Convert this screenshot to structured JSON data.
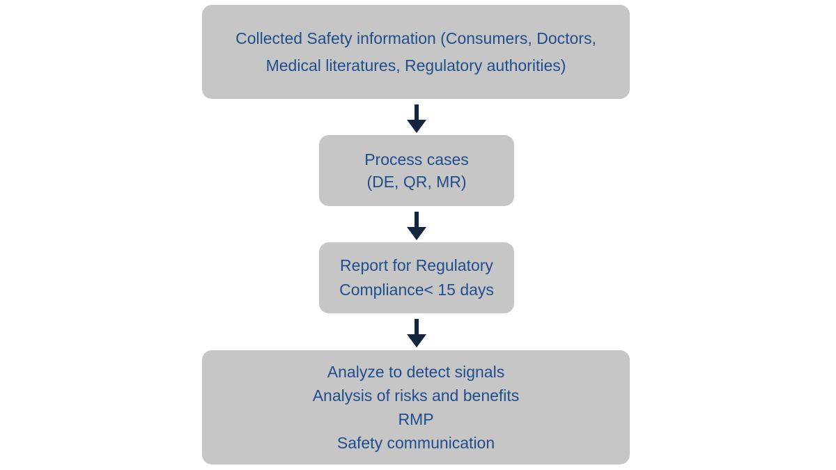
{
  "flowchart": {
    "steps": [
      {
        "lines": [
          "Collected Safety information (Consumers, Doctors,",
          "Medical literatures, Regulatory authorities)"
        ]
      },
      {
        "lines": [
          "Process cases",
          "(DE, QR, MR)"
        ]
      },
      {
        "lines": [
          "Report for Regulatory",
          "Compliance< 15 days"
        ]
      },
      {
        "lines": [
          "Analyze to detect signals",
          "Analysis of risks and benefits",
          "RMP",
          "Safety communication"
        ]
      }
    ],
    "colors": {
      "box_fill": "#c6c6c6",
      "text": "#1f4e8c",
      "arrow": "#14253f"
    }
  }
}
